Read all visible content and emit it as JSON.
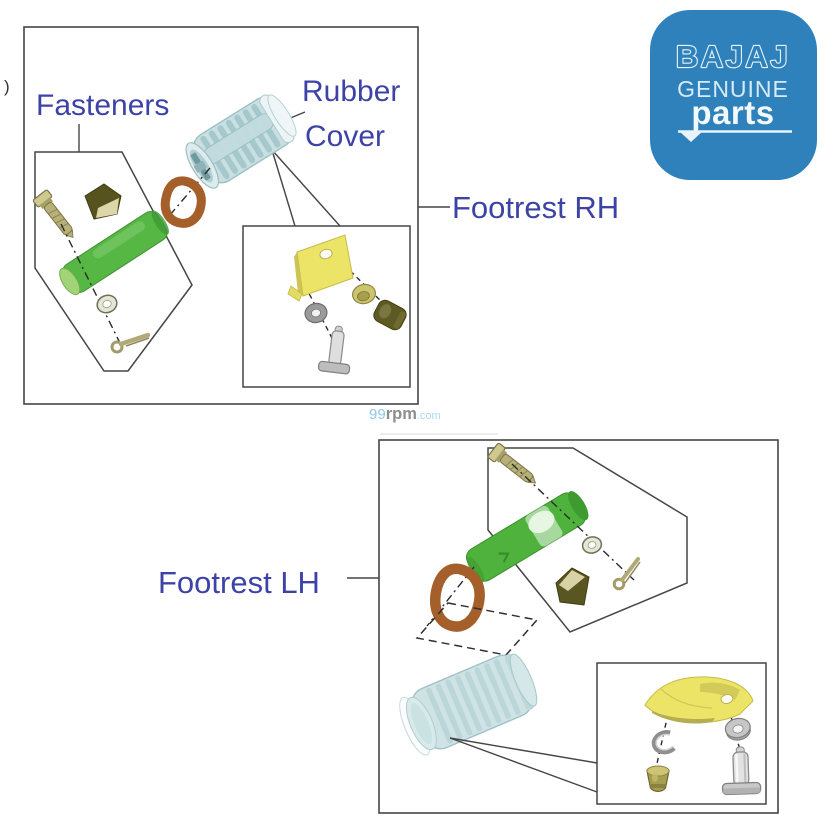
{
  "rh_section": {
    "fasteners_label": "Fasteners",
    "rubber_cover_label_line1": "Rubber",
    "rubber_cover_label_line2": "Cover",
    "footrest_label": "Footrest RH"
  },
  "lh_section": {
    "footrest_label": "Footrest LH"
  },
  "logo": {
    "brand": "BAJAJ",
    "line2": "GENUINE",
    "line3": "parts",
    "background_color": "#2e81ba",
    "text_color": "#e8f3fa"
  },
  "watermark": {
    "part1": "99",
    "part2": "rpm",
    "part3": ".com"
  },
  "stray_mark": ")",
  "colors": {
    "label_text": "#3d43a6",
    "outline": "#454545",
    "footrest_green": "#56b745",
    "rubber_cover_blue": "#cfe3e5",
    "seal_ring_brown": "#a55f2b",
    "bracket_yellow": "#ece467",
    "hardware_grey": "#bdbdbd",
    "fastener_olive": "#b7b178"
  }
}
